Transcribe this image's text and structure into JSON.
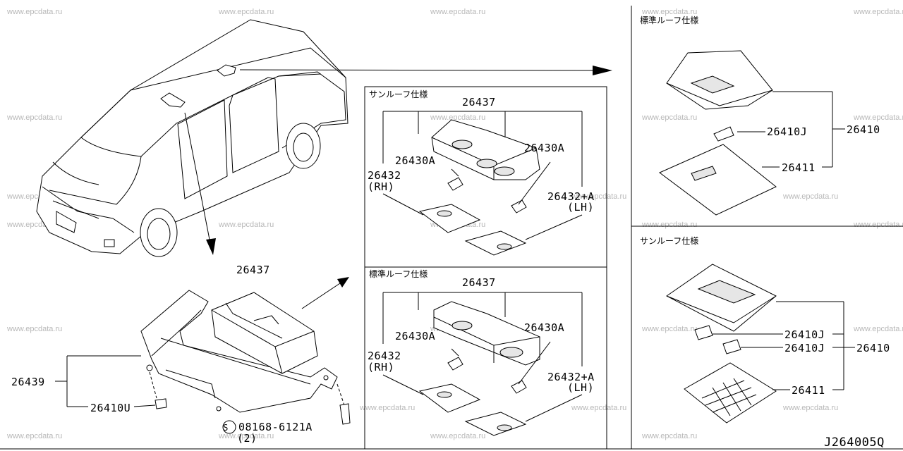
{
  "watermark": "www.epcdata.ru",
  "diagram_code": "J264005Q",
  "headers": {
    "sunroof_spec": "サンルーフ仕様",
    "standard_roof_spec": "標準ルーフ仕様"
  },
  "parts": {
    "p26437": "26437",
    "p26430a": "26430A",
    "p26432": "26432",
    "rh": "(RH)",
    "p26432a": "26432+A",
    "lh": "(LH)",
    "p26439": "26439",
    "p26410u": "26410U",
    "p08168": "08168-6121A",
    "qty2": "(2)",
    "screw_symbol": "S",
    "p26410": "26410",
    "p26410j": "26410J",
    "p26411": "26411"
  }
}
